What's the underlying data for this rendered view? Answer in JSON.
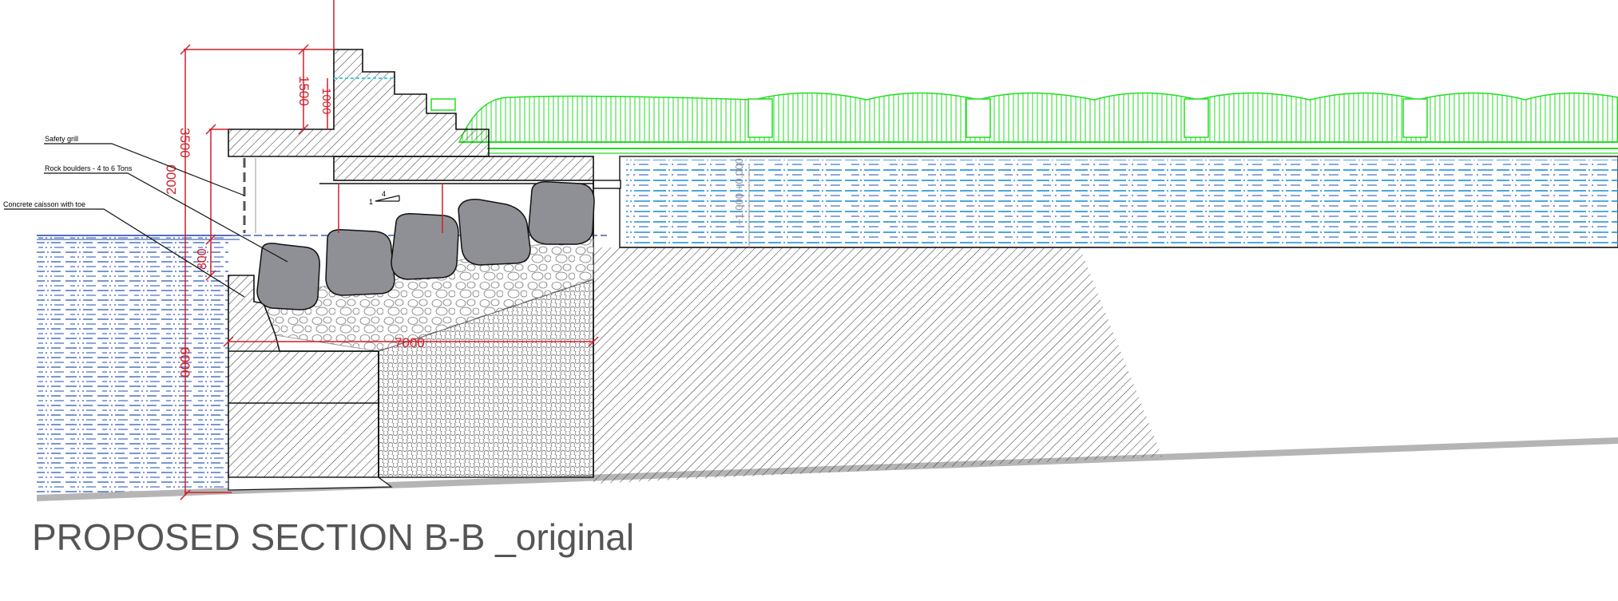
{
  "title": "PROPOSED SECTION B-B _original",
  "labels": {
    "safety_grill": "Safety grill",
    "rock_boulders": "Rock boulders - 4 to 6 Tons",
    "concrete_caisson": "Concrete caisson with toe"
  },
  "dimensions": {
    "overall_height": "3500",
    "step_height": "1500",
    "step_riser": "1000",
    "grill_height": "2000",
    "water_depth": "800",
    "caisson_depth": "6000",
    "apron_width": "7000",
    "slope_run": "4",
    "slope_rise": "1",
    "water_level_note": "+1.000 +0.000"
  },
  "colors": {
    "dimension": "#d31f2a",
    "water": "#1f4fb0",
    "water_light": "#1c8fd6",
    "vegetation": "#22dd22",
    "boulder": "#8e9095",
    "hatch": "#333333",
    "title": "#555555"
  }
}
